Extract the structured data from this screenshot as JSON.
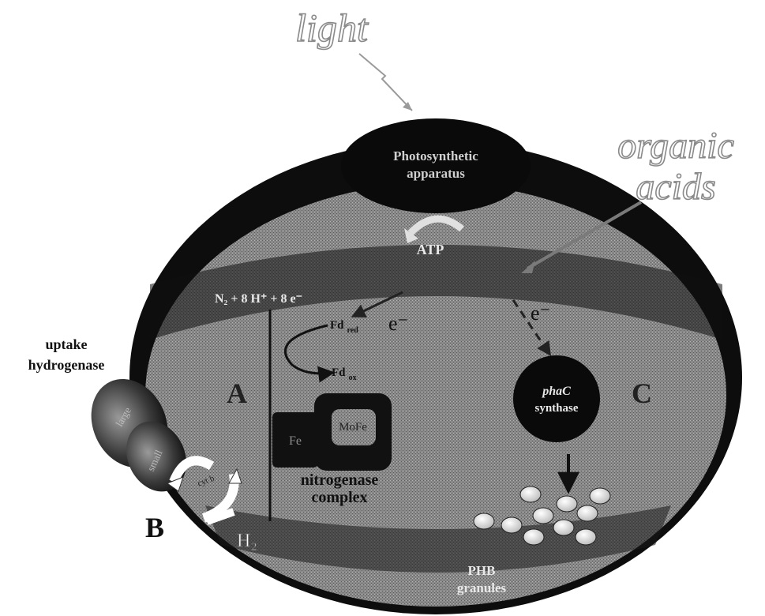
{
  "labels": {
    "light": "light",
    "organic_acids": [
      "organic",
      "acids"
    ],
    "photosynthetic_apparatus": [
      "Photosynthetic",
      "apparatus"
    ],
    "atp": "ATP",
    "n2_reaction": "N₂ + 8 H⁺ + 8 e⁻",
    "electron_left": "e⁻",
    "electron_right": "e⁻",
    "fd_red": "Fd",
    "fd_red_sub": "red",
    "fd_ox": "Fd",
    "fd_ox_sub": "ox",
    "fe": "Fe",
    "mofe": "MoFe",
    "nitrogenase_complex": [
      "nitrogenase",
      "complex"
    ],
    "region_a": "A",
    "region_b": "B",
    "region_c": "C",
    "uptake_hydrogenase": [
      "uptake",
      "hydrogenase"
    ],
    "large_subunit": "large",
    "small_subunit": "small",
    "cyt_b": "cyt b",
    "h2": "H₂",
    "phac": "phaC",
    "synthase": "synthase",
    "phb_granules": [
      "PHB",
      "granules"
    ]
  },
  "colors": {
    "cell_outer": "#0d0d0d",
    "cell_band": "#3a3a3a",
    "cell_interior": "#8c8c8c",
    "outer_text": "#9a9a9a",
    "inner_label": "#e8e8e8",
    "granule": "#e6e6e6"
  }
}
